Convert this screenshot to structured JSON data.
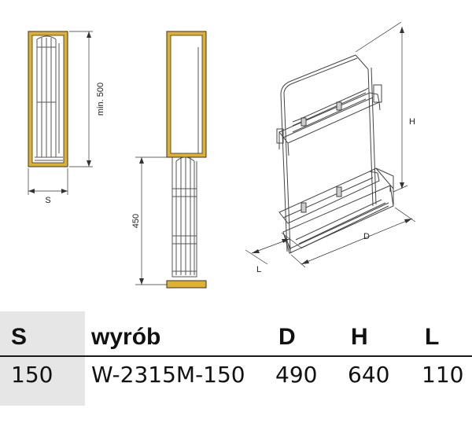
{
  "dimensions": {
    "min_height": "min. 500",
    "width_s": "S",
    "lift_height": "450",
    "height_h": "H",
    "depth_d": "D",
    "length_l": "L"
  },
  "table": {
    "headers": [
      "S",
      "wyrób",
      "D",
      "H",
      "L"
    ],
    "row": [
      "150",
      "W-2315M-150",
      "490",
      "640",
      "110"
    ]
  },
  "colors": {
    "cabinet_edge": "#e0b030",
    "line": "#333333",
    "first_column_bg": "#e6e6e6"
  }
}
